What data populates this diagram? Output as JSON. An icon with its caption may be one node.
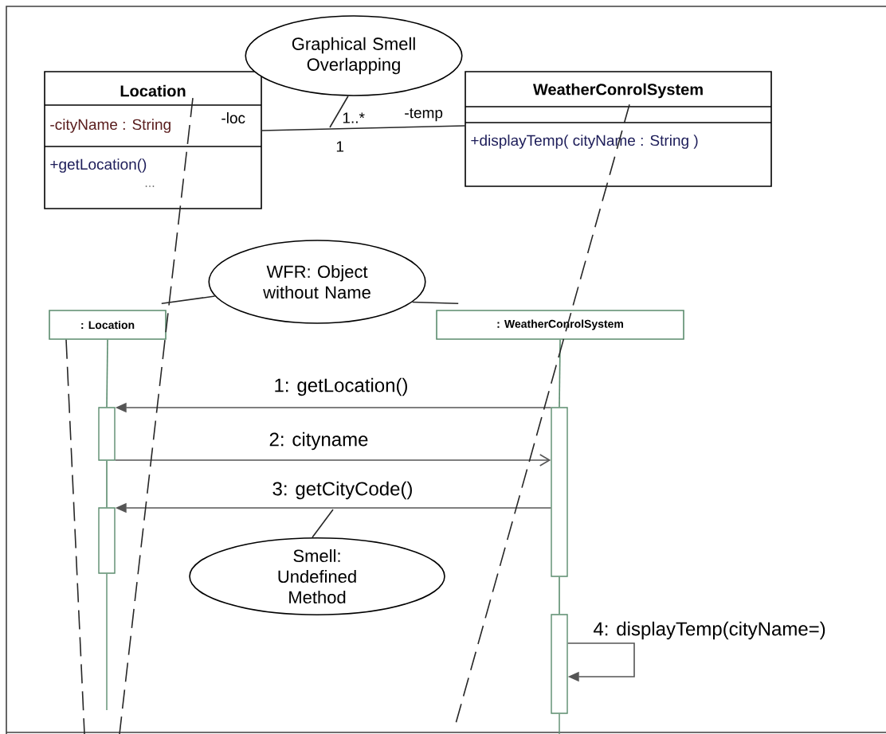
{
  "diagram": {
    "nodes": [
      {
        "text": [
          "Location",
          "-cityName : String",
          "+getLocation()",
          "..."
        ]
      },
      {
        "text": [
          "Graphical Smell Overlapping"
        ]
      },
      {
        "text": [
          "WeatherConrolSystem",
          "+displayTemp( cityName : String )"
        ]
      },
      {
        "text": [
          "WFR: Object without Name"
        ]
      },
      {
        "text": [
          ": Location"
        ]
      },
      {
        "text": [
          ": WeatherConrolSystem"
        ]
      },
      {
        "text": [],
        "shape": "bar"
      },
      {
        "text": [],
        "shape": "bar"
      },
      {
        "text": [],
        "shape": "bar"
      },
      {
        "text": [],
        "shape": "bar"
      },
      {
        "text": [
          "Smell: Undefined Method"
        ]
      }
    ],
    "edges": [
      {
        "from": 0,
        "to": 2,
        "arrow": "none"
      },
      {
        "from": 1,
        "to": null,
        "arrow": "none"
      },
      {
        "from": 3,
        "to": 4,
        "arrow": "none"
      },
      {
        "from": 3,
        "to": 5,
        "arrow": "none"
      },
      {
        "from": 4,
        "to": 6,
        "arrow": "none",
        "color": "#5b8c6e"
      },
      {
        "from": 6,
        "to": 7,
        "arrow": "none",
        "color": "#5b8c6e"
      },
      {
        "from": 5,
        "to": 8,
        "arrow": "none",
        "color": "#5b8c6e"
      },
      {
        "from": 8,
        "to": 9,
        "arrow": "none",
        "color": "#5b8c6e"
      },
      {
        "from": 8,
        "to": 6,
        "arrow": "to",
        "label": "1: getLocation()",
        "color": "#555555"
      },
      {
        "from": 6,
        "to": 8,
        "arrow": "to",
        "label": "2: cityname",
        "color": "#555555"
      },
      {
        "from": 8,
        "to": 7,
        "arrow": "to",
        "label": "3: getCityCode()",
        "color": "#555555"
      },
      {
        "from": 9,
        "to": 9,
        "arrow": "to",
        "label": "4: displayTemp(cityName=)",
        "color": "#555555"
      },
      {
        "from": 10,
        "to": null,
        "arrow": "none"
      },
      {
        "from": 0,
        "to": null,
        "arrow": "none",
        "style": "dashed"
      },
      {
        "from": 4,
        "to": null,
        "arrow": "none",
        "style": "dashed"
      },
      {
        "from": 2,
        "to": null,
        "arrow": "none",
        "style": "dashed"
      }
    ],
    "labels": [
      "-loc",
      "1..*",
      "-temp",
      "1"
    ]
  }
}
